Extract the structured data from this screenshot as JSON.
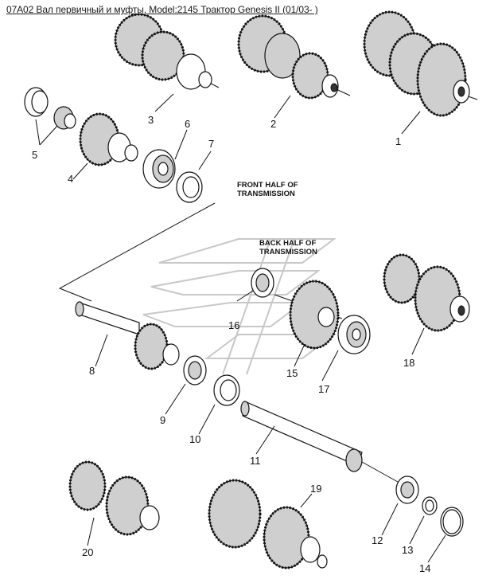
{
  "header": {
    "title": "07A02 Вал первичный и муфты, Model:2145 Трактор Genesis II (01/03- )"
  },
  "notes": {
    "front": [
      "FRONT HALF OF",
      "TRANSMISSION"
    ],
    "back": [
      "BACK HALF OF",
      "TRANSMISSION"
    ]
  },
  "callouts": {
    "p1": "1",
    "p2": "2",
    "p3": "3",
    "p4": "4",
    "p5": "5",
    "p6": "6",
    "p7": "7",
    "p8": "8",
    "p9": "9",
    "p10": "10",
    "p11": "11",
    "p12": "12",
    "p13": "13",
    "p14": "14",
    "p15": "15",
    "p16": "16",
    "p17": "17",
    "p18": "18",
    "p19": "19",
    "p20": "20"
  }
}
